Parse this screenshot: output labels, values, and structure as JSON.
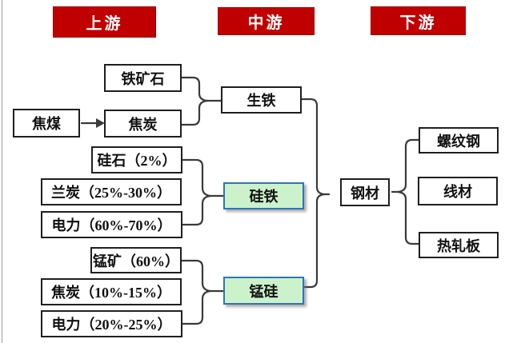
{
  "headers": {
    "upstream": "上游",
    "midstream": "中游",
    "downstream": "下游"
  },
  "nodes": {
    "iron_ore": "铁矿石",
    "coking_coal": "焦煤",
    "coke": "焦炭",
    "pig_iron": "生铁",
    "silica": "硅石（2%）",
    "semi_coke": "兰炭（25%-30%）",
    "electricity_fesi": "电力（60%-70%）",
    "ferrosilicon": "硅铁",
    "manganese_ore": "锰矿（60%）",
    "coke_simn": "焦炭（10%-15%）",
    "electricity_simn": "电力（20%-25%）",
    "silicomanganese": "锰硅",
    "steel": "钢材",
    "rebar": "螺纹钢",
    "wire_rod": "线材",
    "hot_rolled_plate": "热轧板"
  },
  "colors": {
    "header_bg": "#c00000",
    "header_text": "#ffffff",
    "box_border": "#1f1f1f",
    "highlight_fill": "#ccf2cc",
    "highlight_border": "#2e75b6",
    "connector": "#3a3a3a"
  }
}
